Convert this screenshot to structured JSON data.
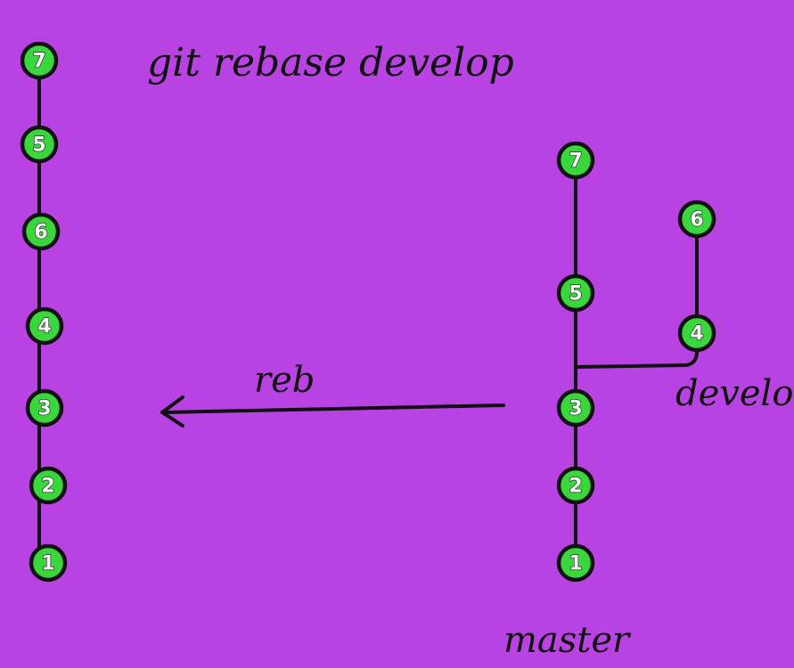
{
  "title": "git rebase develop",
  "arrow_label": "reb",
  "result": {
    "commits": [
      "7",
      "5",
      "6",
      "4",
      "3",
      "2",
      "1"
    ]
  },
  "before": {
    "master": {
      "label": "master",
      "commits": [
        "7",
        "5",
        "3",
        "2",
        "1"
      ]
    },
    "develop": {
      "label": "develop",
      "commits": [
        "6",
        "4"
      ]
    }
  },
  "colors": {
    "background": "#b943e2",
    "node_fill": "#39d63c",
    "stroke": "#111111"
  }
}
